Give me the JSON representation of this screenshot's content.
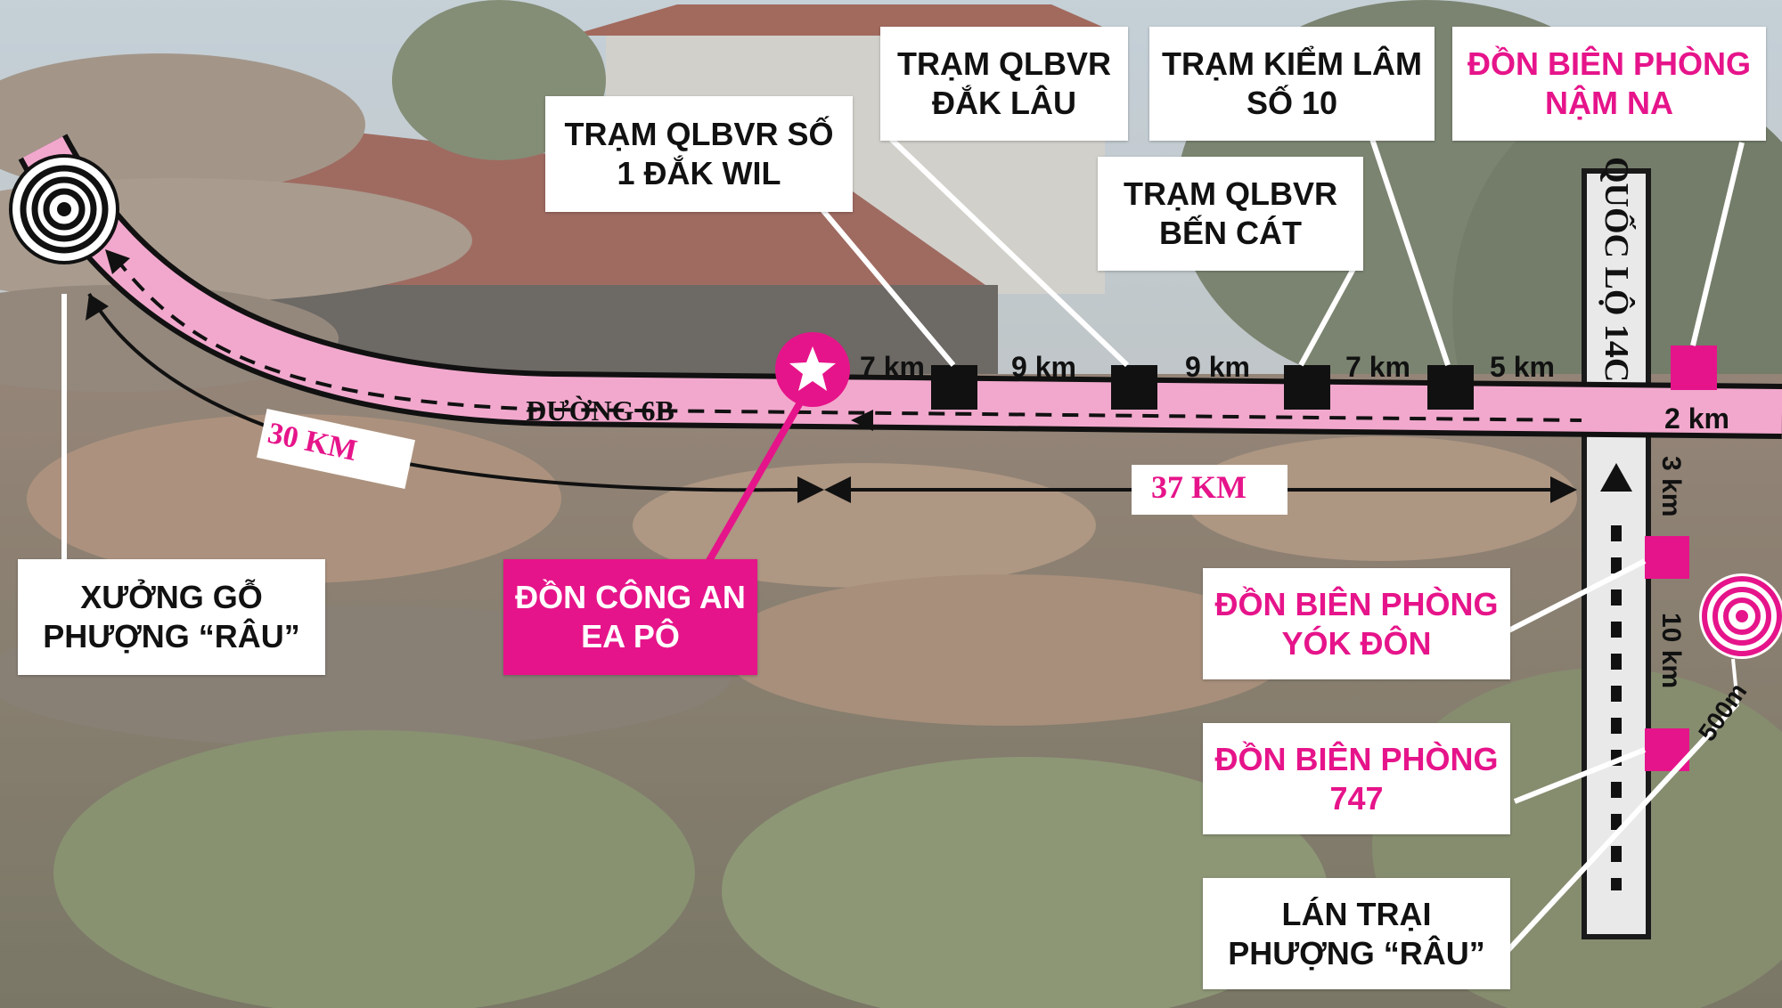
{
  "colors": {
    "accent": "#e6148a",
    "road_fill": "#f2a8cd",
    "highway": "#e8e8e8",
    "box_bg": "#ffffff"
  },
  "places": {
    "xuong_go": {
      "line1": "XƯỞNG GỖ",
      "line2": "PHƯỢNG “RÂU”",
      "icon": "target-icon"
    },
    "don_cong_an": {
      "line1": "ĐỒN CÔNG AN",
      "line2": "EA PÔ",
      "icon": "star-icon"
    },
    "tram_so1": {
      "line1": "TRẠM QLBVR SỐ",
      "line2": "1 ĐẮK WIL"
    },
    "tram_dak_lau": {
      "line1": "TRẠM QLBVR",
      "line2": "ĐẮK LÂU"
    },
    "tram_ben_cat": {
      "line1": "TRẠM QLBVR",
      "line2": "BẾN CÁT"
    },
    "tram_kiem_lam": {
      "line1": "TRẠM KIỂM LÂM",
      "line2": "SỐ 10"
    },
    "don_nam_na": {
      "line1": "ĐỒN BIÊN PHÒNG",
      "line2": "NẬM NA"
    },
    "don_yok_don": {
      "line1": "ĐỒN BIÊN PHÒNG",
      "line2": "YÓK ĐÔN"
    },
    "don_747": {
      "line1": "ĐỒN BIÊN PHÒNG",
      "line2": "747"
    },
    "lan_trai": {
      "line1": "LÁN TRẠI",
      "line2": "PHƯỢNG “RÂU”",
      "icon": "target-icon"
    }
  },
  "roads": {
    "duong_6b": "ĐƯỜNG 6B",
    "quoc_lo": "QUỐC LỘ 14C"
  },
  "distances": {
    "total_left": "30 KM",
    "total_right": "37 KM",
    "seg1": "7 km",
    "seg2": "9 km",
    "seg3": "9 km",
    "seg4": "7 km",
    "seg5": "5 km",
    "seg6": "2 km",
    "seg7": "3 km",
    "seg8": "10 km",
    "seg9": "500m"
  }
}
